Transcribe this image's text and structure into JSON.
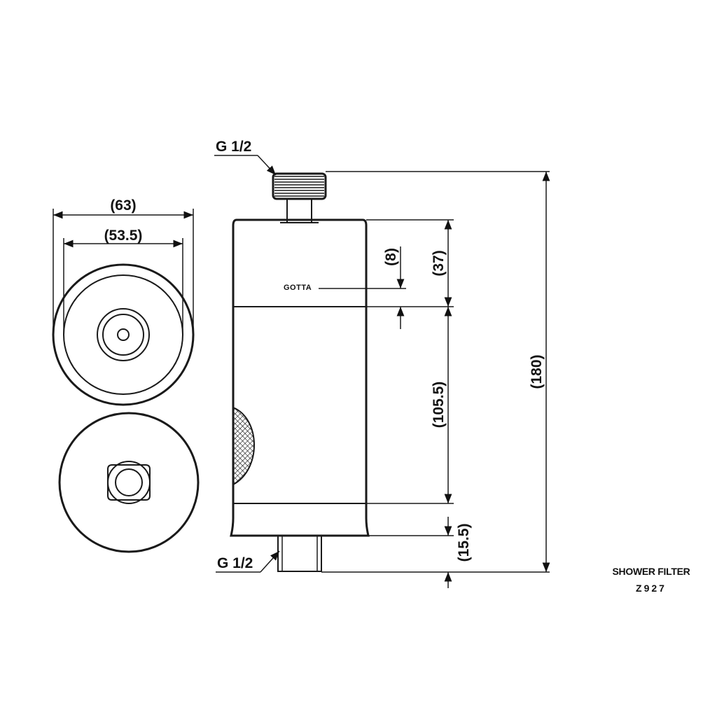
{
  "dimensions": {
    "outer_diameter": "(63)",
    "inner_diameter": "(53.5)",
    "total_height": "(180)",
    "top_section": "(37)",
    "logo_offset": "(8)",
    "body_section": "(105.5)",
    "bottom_thread": "(15.5)"
  },
  "callouts": {
    "top_connection": "G 1/2",
    "bottom_connection": "G 1/2"
  },
  "brand": {
    "logo_text": "GOTTA"
  },
  "product": {
    "name": "SHOWER FILTER",
    "code": "Z927"
  }
}
